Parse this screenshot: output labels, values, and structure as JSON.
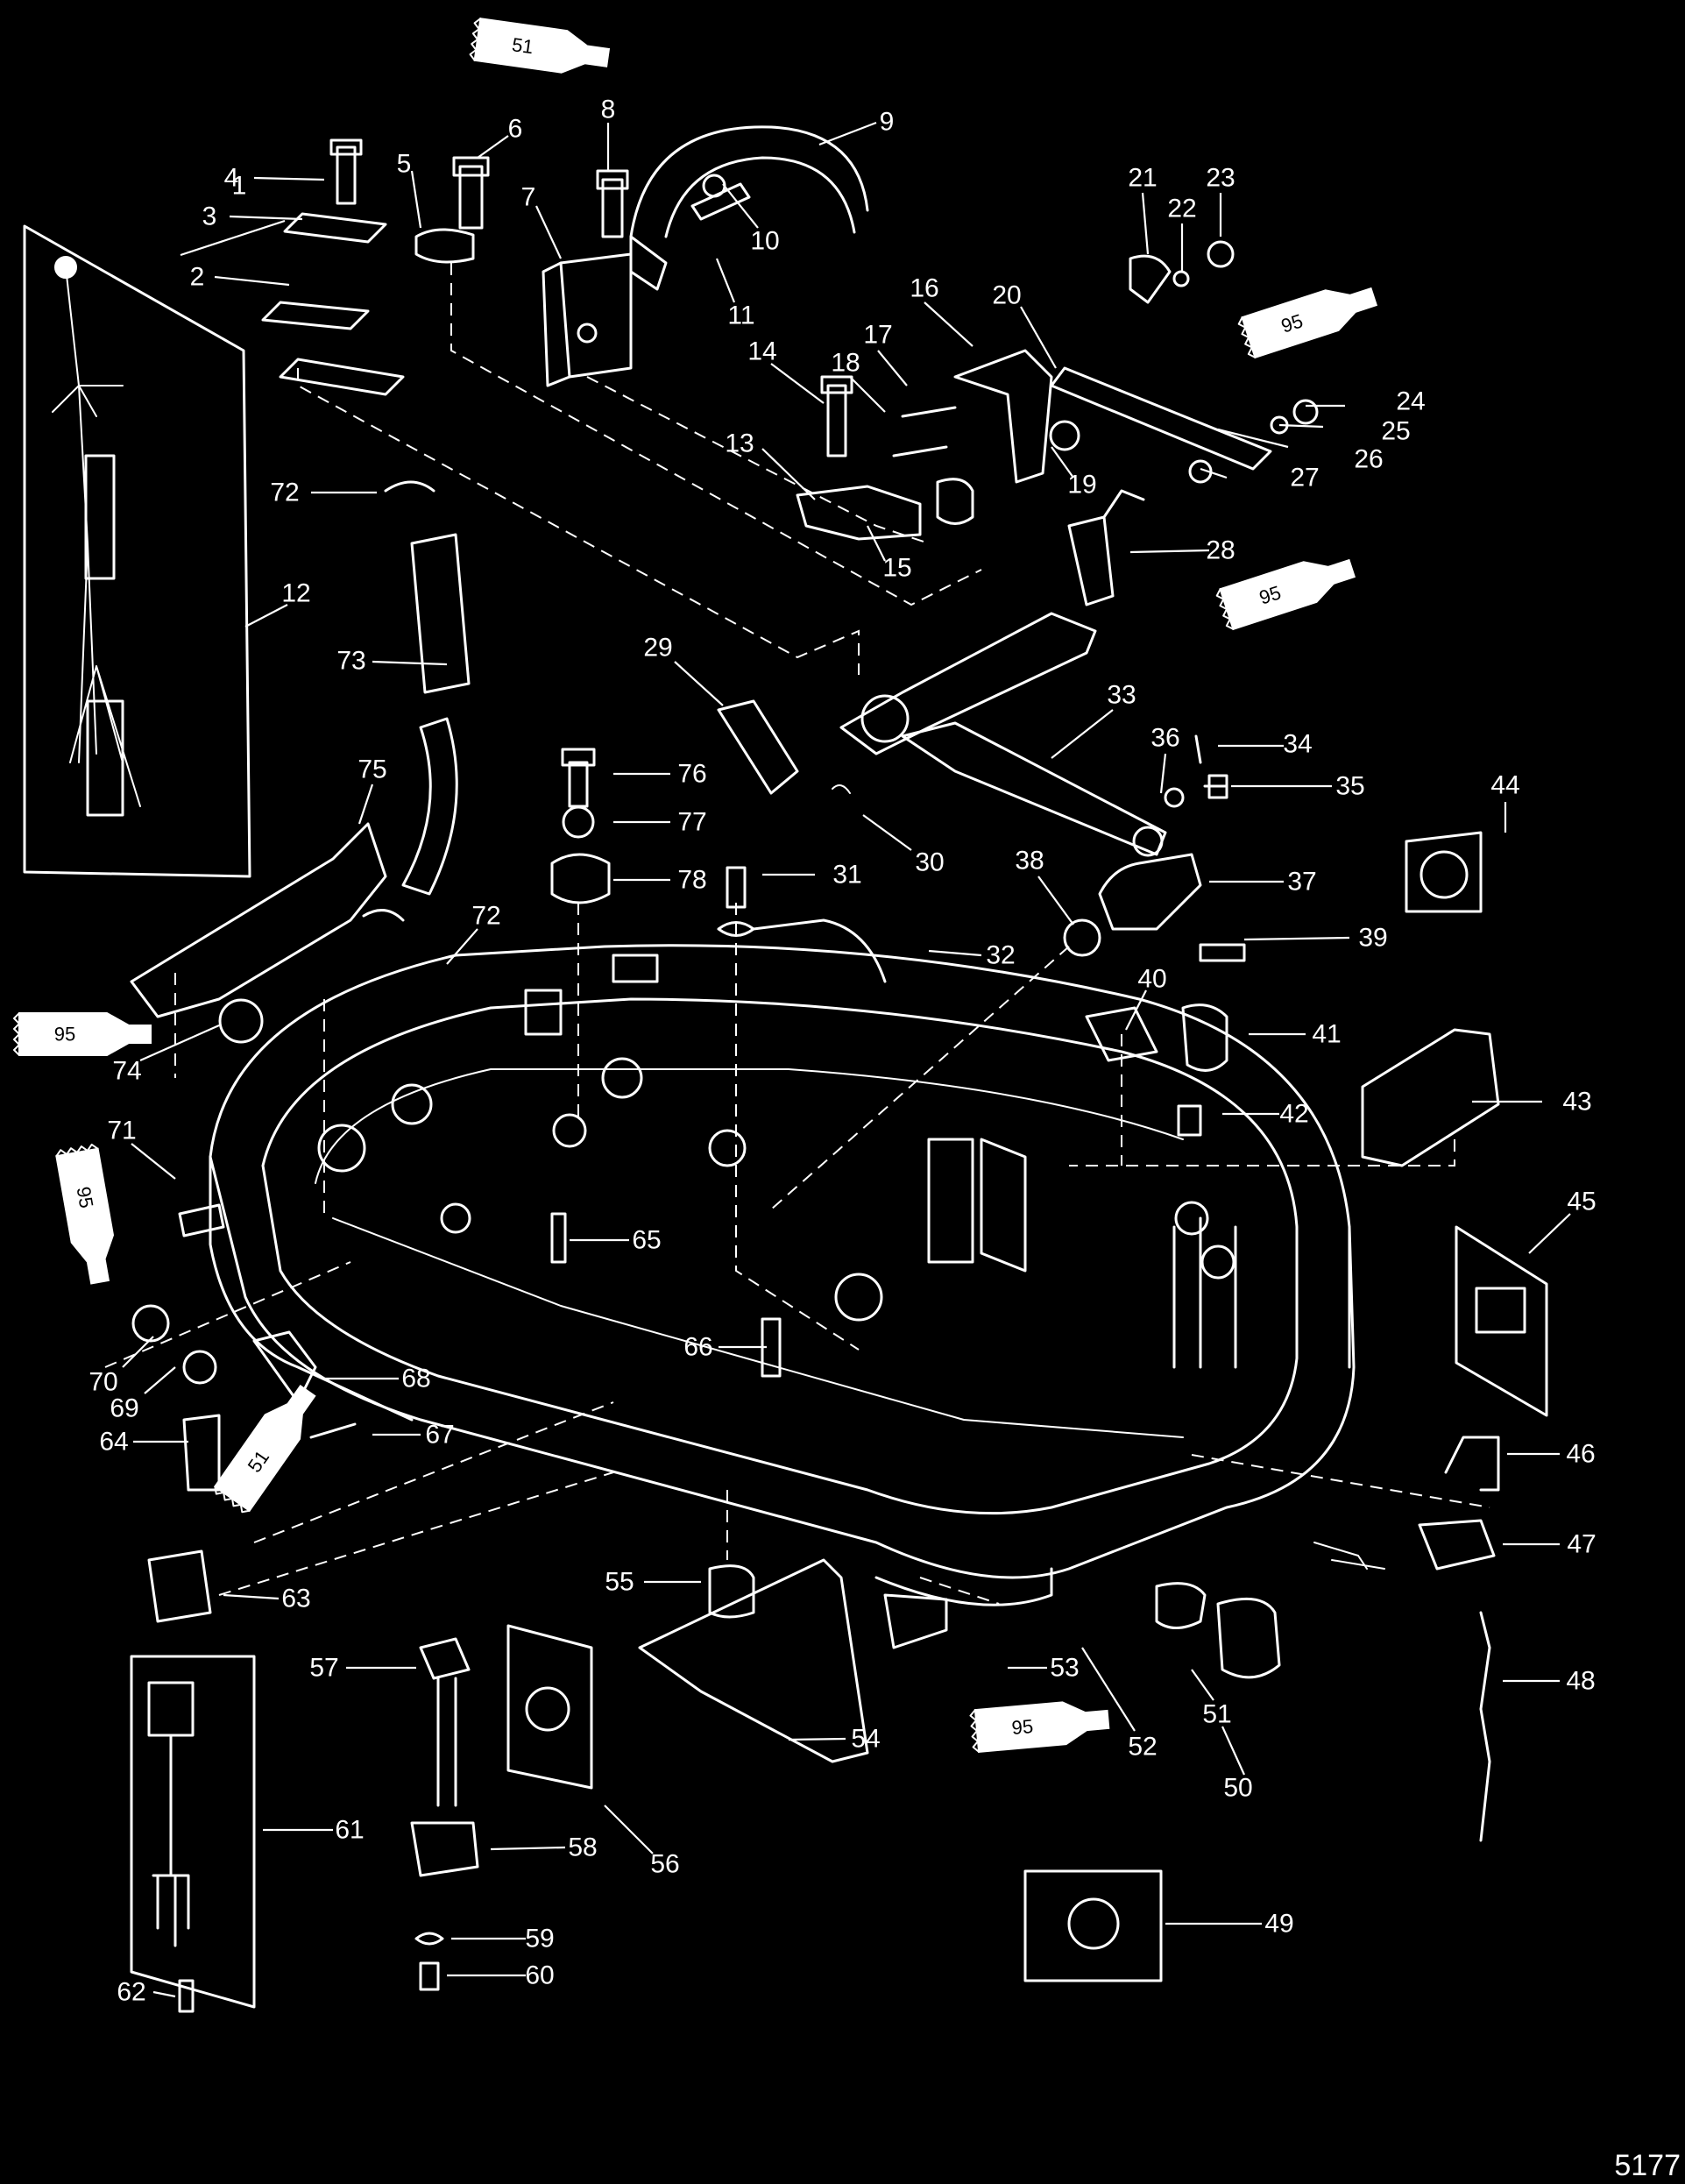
{
  "figure_number": "5177",
  "callout_labels": [
    "1",
    "2",
    "3",
    "4",
    "5",
    "6",
    "7",
    "8",
    "9",
    "10",
    "11",
    "12",
    "13",
    "14",
    "15",
    "16",
    "17",
    "18",
    "19",
    "20",
    "21",
    "22",
    "23",
    "24",
    "25",
    "26",
    "27",
    "28",
    "29",
    "30",
    "31",
    "32",
    "33",
    "34",
    "35",
    "36",
    "37",
    "38",
    "39",
    "40",
    "41",
    "42",
    "43",
    "44",
    "45",
    "46",
    "47",
    "48",
    "49",
    "50",
    "51",
    "52",
    "53",
    "54",
    "55",
    "56",
    "57",
    "58",
    "59",
    "60",
    "61",
    "62",
    "63",
    "64",
    "65",
    "66",
    "67",
    "68",
    "69",
    "70",
    "71",
    "72",
    "72",
    "73",
    "74",
    "75",
    "76",
    "77",
    "78"
  ],
  "tube_labels": [
    "51",
    "95",
    "95",
    "95",
    "95",
    "51",
    "95"
  ]
}
